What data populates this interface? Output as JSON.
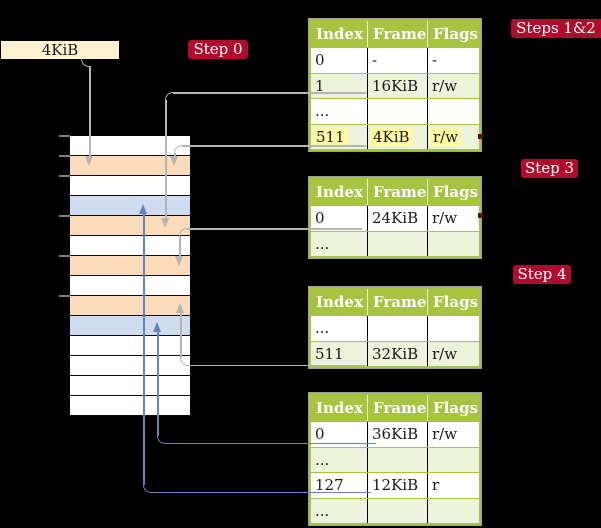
{
  "labels": {
    "frame_size": "4KiB",
    "step0": "Step 0",
    "steps_1_2": "Steps 1&2",
    "step3": "Step 3",
    "step4": "Step 4"
  },
  "table_headers": [
    "Index",
    "Frame",
    "Flags"
  ],
  "tables": [
    {
      "name": "page-table-steps-1-2",
      "rows": [
        {
          "index": "0",
          "frame": "-",
          "flags": "-"
        },
        {
          "index": "1",
          "frame": "16KiB",
          "flags": "r/w"
        },
        {
          "index": "...",
          "frame": "",
          "flags": ""
        },
        {
          "index": "511",
          "frame": "4KiB",
          "flags": "r/w",
          "highlight": true
        }
      ]
    },
    {
      "name": "page-table-step-3",
      "rows": [
        {
          "index": "0",
          "frame": "24KiB",
          "flags": "r/w"
        },
        {
          "index": "...",
          "frame": "",
          "flags": ""
        }
      ]
    },
    {
      "name": "page-table-step-4",
      "rows": [
        {
          "index": "...",
          "frame": "",
          "flags": ""
        },
        {
          "index": "511",
          "frame": "32KiB",
          "flags": "r/w"
        }
      ]
    },
    {
      "name": "page-table-final",
      "rows": [
        {
          "index": "0",
          "frame": "36KiB",
          "flags": "r/w"
        },
        {
          "index": "...",
          "frame": "",
          "flags": ""
        },
        {
          "index": "127",
          "frame": "12KiB",
          "flags": "r"
        },
        {
          "index": "...",
          "frame": "",
          "flags": ""
        }
      ]
    }
  ],
  "memory": {
    "row_kinds": [
      "free",
      "page_table",
      "free",
      "mapped",
      "page_table",
      "free",
      "page_table",
      "free",
      "page_table",
      "mapped",
      "free",
      "free",
      "free",
      "free"
    ],
    "tick_rows": [
      0,
      1,
      2,
      4,
      6,
      8
    ]
  },
  "connections": [
    {
      "from": "frame-size-label 4KiB",
      "to_memory_row": 1,
      "color": "gray"
    },
    {
      "from": "table-0 entry 1 -> 16KiB",
      "to_memory_row": 4,
      "color": "gray"
    },
    {
      "from": "table-0 entry 511 -> 4KiB",
      "to_memory_row": 1,
      "color": "gray"
    },
    {
      "from": "table-1 entry 0 -> 24KiB",
      "to_memory_row": 6,
      "color": "gray"
    },
    {
      "from": "table-2 entry 511 -> 32KiB",
      "to_memory_row": 8,
      "color": "gray"
    },
    {
      "from": "table-3 entry 0 -> 36KiB",
      "to_memory_row": 9,
      "color": "blue"
    },
    {
      "from": "table-3 entry 127 -> 12KiB",
      "to_memory_row": 3,
      "color": "blue"
    }
  ],
  "colors": {
    "background": "#000000",
    "frame_label_bg": "#fdf2d0",
    "frame_label_text": "#1a1a1a",
    "step_label_bg": "#b00d2e",
    "step_label_text": "#ffffff",
    "table_header_bg": "#a6c440",
    "table_header_text": "#ffffff",
    "table_row_bg": "#ffffff",
    "table_row_alt_bg": "#edf2da",
    "table_text": "#1a1a1a",
    "table_border": "#a6c440",
    "table_outline": "#9e9e9e",
    "cell_divider": "#000000",
    "highlight_bg": "#fbf9a2",
    "memory_free_bg": "#ffffff",
    "memory_page_table_bg": "#fbdcba",
    "memory_mapped_bg": "#cfdcf0",
    "arrow_gray": "#b4b4b4",
    "arrow_blue": "#6484bb",
    "tick_color": "#7f7f7f",
    "stub_color": "#4a1616"
  }
}
